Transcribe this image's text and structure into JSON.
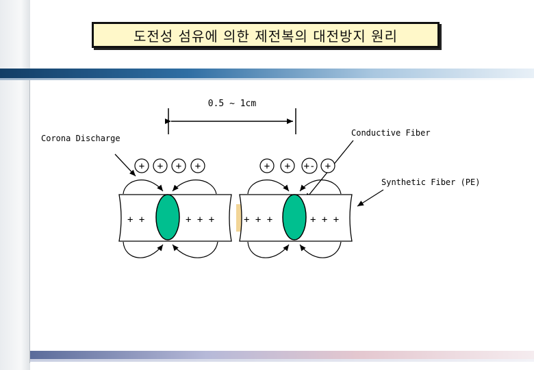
{
  "title": "도전성 섬유에 의한 제전복의 대전방지 원리",
  "labels": {
    "spacing": "0.5 ~ 1cm",
    "corona": "Corona Discharge",
    "conductive": "Conductive Fiber",
    "synthetic": "Synthetic Fiber (PE)"
  },
  "charges": {
    "top_left": [
      "+",
      "+",
      "+",
      "+"
    ],
    "top_right": [
      "+",
      "+",
      "+-",
      "+"
    ],
    "fiber_left_a": "+ +",
    "fiber_left_b": "+ + +",
    "fiber_right_a": "+ + +",
    "fiber_right_b": "+ + +"
  },
  "colors": {
    "conductive_fiber": "#00bf8f",
    "title_bg": "#fff8c9"
  }
}
